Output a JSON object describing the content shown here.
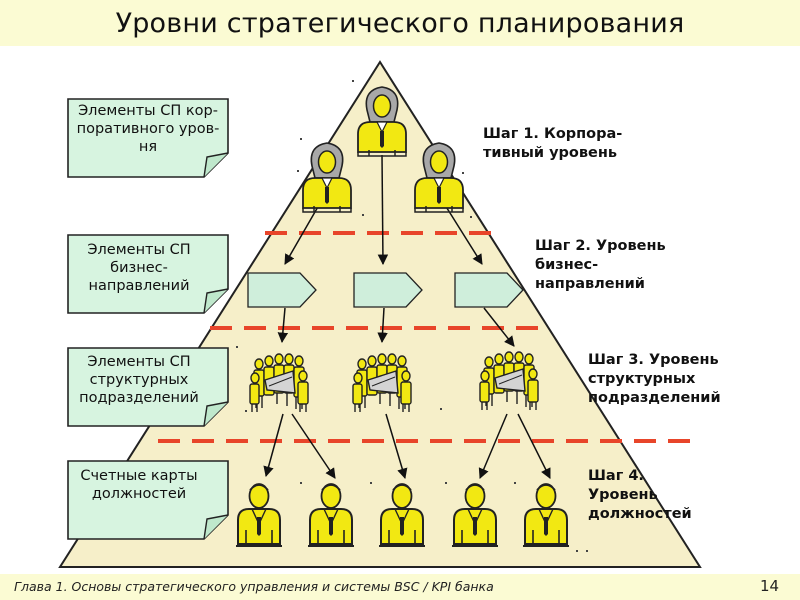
{
  "title": "Уровни стратегического планирования",
  "notes": [
    "Элементы СП кор-поративного уров-ня",
    "Элементы СП бизнес-направлений",
    "Элементы СП структурных подразделений",
    "Счетные карты должностей"
  ],
  "steps": [
    "Шаг 1. Корпора-\nтивный уровень",
    "Шаг 2. Уровень\nбизнес-\nнаправлений",
    "Шаг 3. Уровень\nструктурных\nподразделений",
    "Шаг 4.\nУровень\nдолжностей"
  ],
  "footer": {
    "text": "Глава 1. Основы стратегического управления и системы BSC / KPI банка",
    "page_number": "14"
  },
  "icons": [
    "executive-person-icon",
    "team-meeting-icon",
    "employee-person-icon",
    "process-step-arrow-icon"
  ],
  "colors": {
    "pyramid": "#f6efc9",
    "banner": "#fbfbd3",
    "separator": "#e8452a",
    "figure_yellow": "#f2e812",
    "process_box": "#cfeedb",
    "note_fill": "#d7f4e0"
  }
}
